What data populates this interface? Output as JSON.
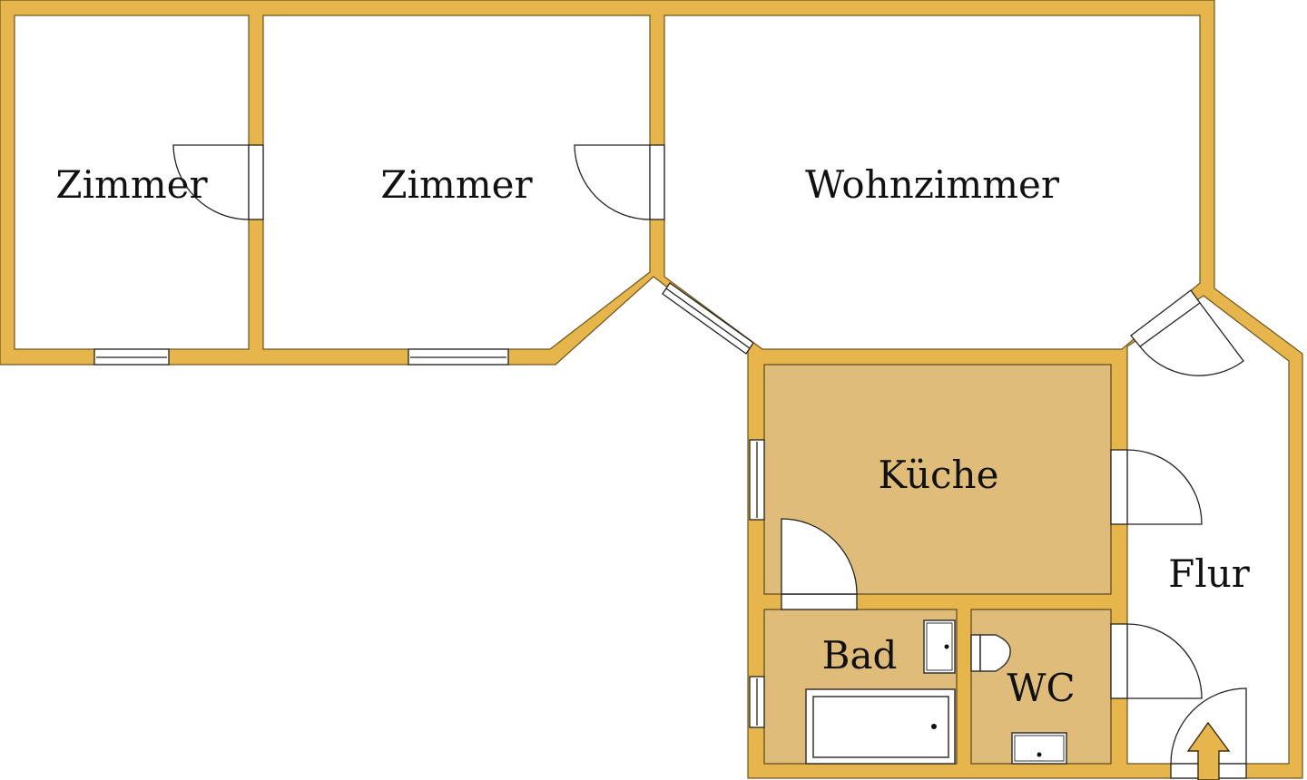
{
  "diagram": {
    "type": "floor-plan",
    "colors": {
      "wall": "#E6B64C",
      "wet_room_floor": "#E0BC7A",
      "room_floor": "#FFFFFF",
      "outline": "#6B5320"
    },
    "rooms": [
      {
        "id": "zimmer-1",
        "label": "Zimmer"
      },
      {
        "id": "zimmer-2",
        "label": "Zimmer"
      },
      {
        "id": "wohnzimmer",
        "label": "Wohnzimmer"
      },
      {
        "id": "kueche",
        "label": "Küche"
      },
      {
        "id": "bad",
        "label": "Bad"
      },
      {
        "id": "wc",
        "label": "WC"
      },
      {
        "id": "flur",
        "label": "Flur"
      }
    ],
    "entrance": {
      "icon": "entrance-arrow-up"
    }
  }
}
